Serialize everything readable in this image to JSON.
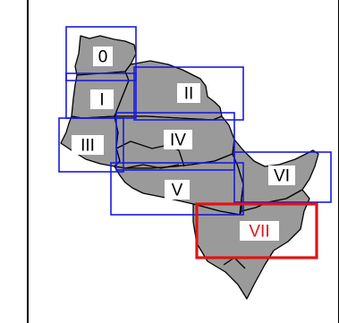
{
  "colors": {
    "box": "#1a1adc",
    "highlight": "#e01414",
    "region_fill": "#9a9a9a",
    "region_stroke": "#000000"
  },
  "regions": [
    {
      "id": "0",
      "label": "0",
      "highlighted": false
    },
    {
      "id": "1",
      "label": "I",
      "highlighted": false
    },
    {
      "id": "2",
      "label": "II",
      "highlighted": false
    },
    {
      "id": "3",
      "label": "III",
      "highlighted": false
    },
    {
      "id": "4",
      "label": "IV",
      "highlighted": false
    },
    {
      "id": "5",
      "label": "V",
      "highlighted": false
    },
    {
      "id": "6",
      "label": "VI",
      "highlighted": false
    },
    {
      "id": "7",
      "label": "VII",
      "highlighted": true
    }
  ]
}
